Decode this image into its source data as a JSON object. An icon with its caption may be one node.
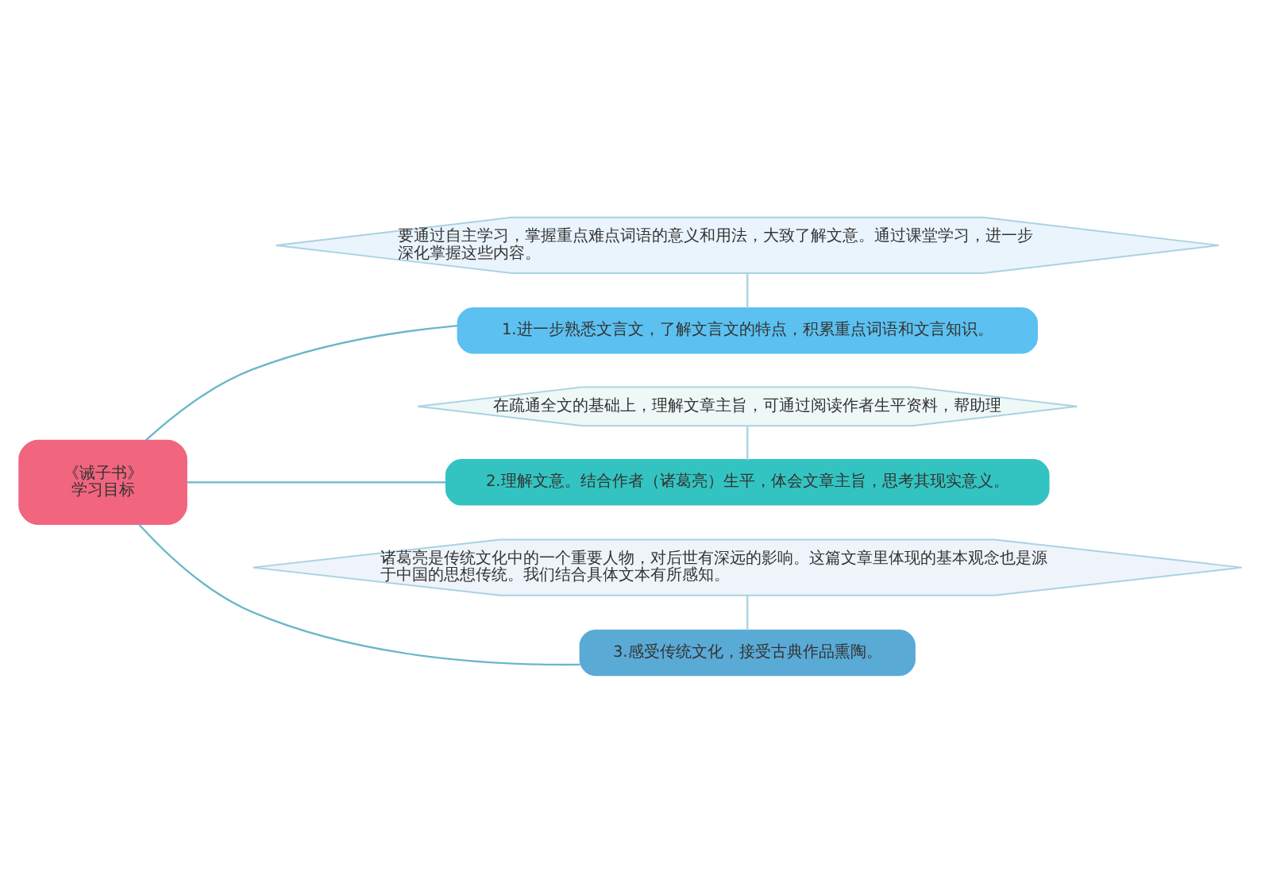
{
  "diagram": {
    "nodes": [
      {
        "text": [
          "《诫子书》",
          "学习目标"
        ]
      },
      {
        "text": [
          "1.进一步熟悉文言文，了解文言文的特点，积累重点词语和文言知识。"
        ]
      },
      {
        "text": [
          "要通过自主学习，掌握重点难点词语的意义和用法，大致了解文意。通过课堂学习，进一步深化掌握这些内容。"
        ]
      },
      {
        "text": [
          "2.理解文意。结合作者（诸葛亮）生平，体会文章主旨，思考其现实意义。"
        ]
      },
      {
        "text": [
          "在疏通全文的基础上，理解文章主旨，可通过阅读作者生平资料，帮助理"
        ]
      },
      {
        "text": [
          "3.感受传统文化，接受古典作品熏陶。"
        ]
      },
      {
        "text": [
          "诸葛亮是传统文化中的一个重要人物，对后世有深远的影响。这篇文章里体现的基本观念也是源于中国的思想传统。我们结合具体文本有所感知。"
        ]
      }
    ],
    "edges": [
      {
        "from": 0,
        "to": 1,
        "arrow": "none"
      },
      {
        "from": 0,
        "to": 3,
        "arrow": "none"
      },
      {
        "from": 0,
        "to": 5,
        "arrow": "none"
      },
      {
        "from": 2,
        "to": 1,
        "arrow": "none"
      },
      {
        "from": 4,
        "to": 3,
        "arrow": "none"
      },
      {
        "from": 6,
        "to": 5,
        "arrow": "none"
      }
    ]
  }
}
